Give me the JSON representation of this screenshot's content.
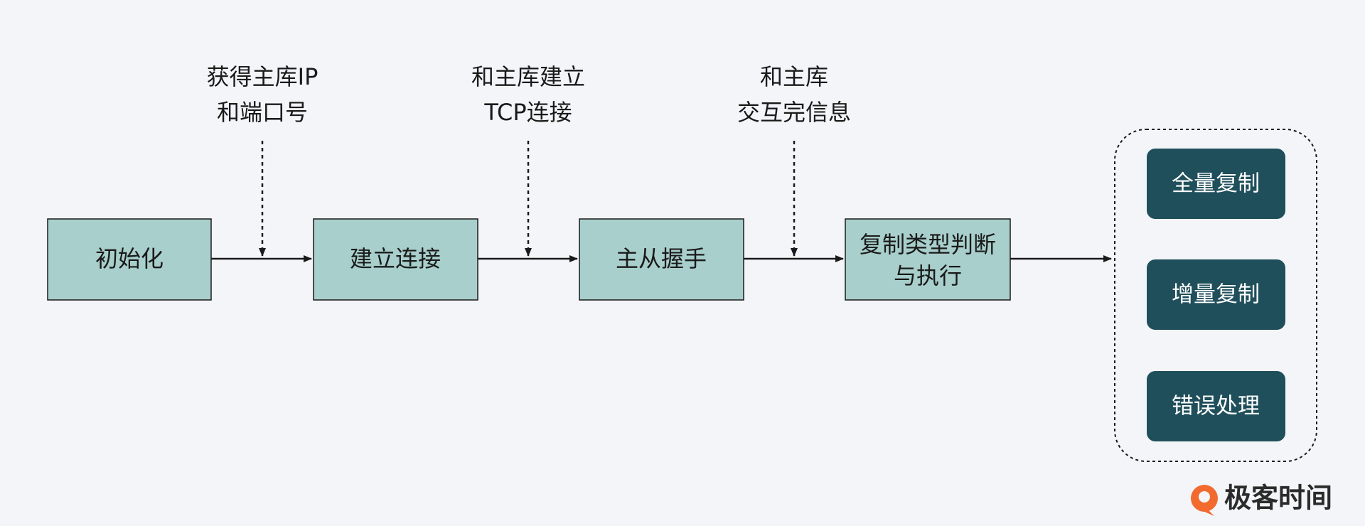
{
  "steps": [
    {
      "label": "初始化"
    },
    {
      "label": "建立连接"
    },
    {
      "label": "主从握手"
    },
    {
      "line1": "复制类型判断",
      "line2": "与执行"
    }
  ],
  "annotations": [
    {
      "line1": "获得主库IP",
      "line2": "和端口号"
    },
    {
      "line1": "和主库建立",
      "line2": "TCP连接"
    },
    {
      "line1": "和主库",
      "line2": "交互完信息"
    }
  ],
  "outcomes": [
    {
      "label": "全量复制"
    },
    {
      "label": "增量复制"
    },
    {
      "label": "错误处理"
    }
  ],
  "logo": {
    "text": "极客时间",
    "color": "#f26a2e"
  },
  "colors": {
    "background": "#f4f5f8",
    "step_fill": "#a8cfcc",
    "outcome_fill": "#1f4f5b",
    "line": "#1a1a1a"
  }
}
